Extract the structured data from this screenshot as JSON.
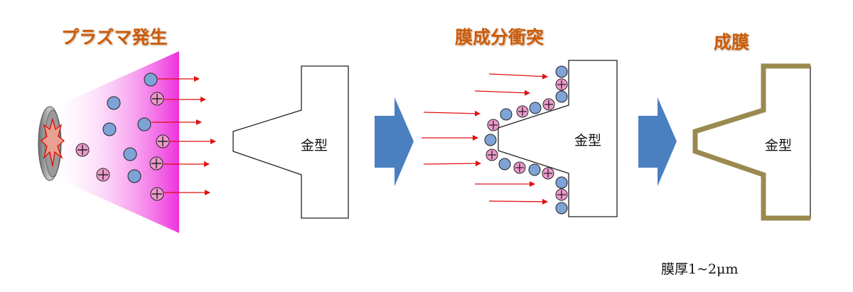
{
  "stages": [
    {
      "title": "プラズマ発生",
      "mold_label": "金型"
    },
    {
      "title": "膜成分衝突",
      "mold_label": "金型"
    },
    {
      "title": "成膜",
      "mold_label": "金型"
    }
  ],
  "film_thickness": "膜厚1~2μm",
  "colors": {
    "title": "#cc5c08",
    "plasma": "#ee33dd",
    "ion_fill": "#ee99cc",
    "neutral_fill": "#7ea3d6",
    "arrow": "#e01010",
    "process_arrow": "#4a7fc0",
    "film": "#9a8a4f"
  }
}
